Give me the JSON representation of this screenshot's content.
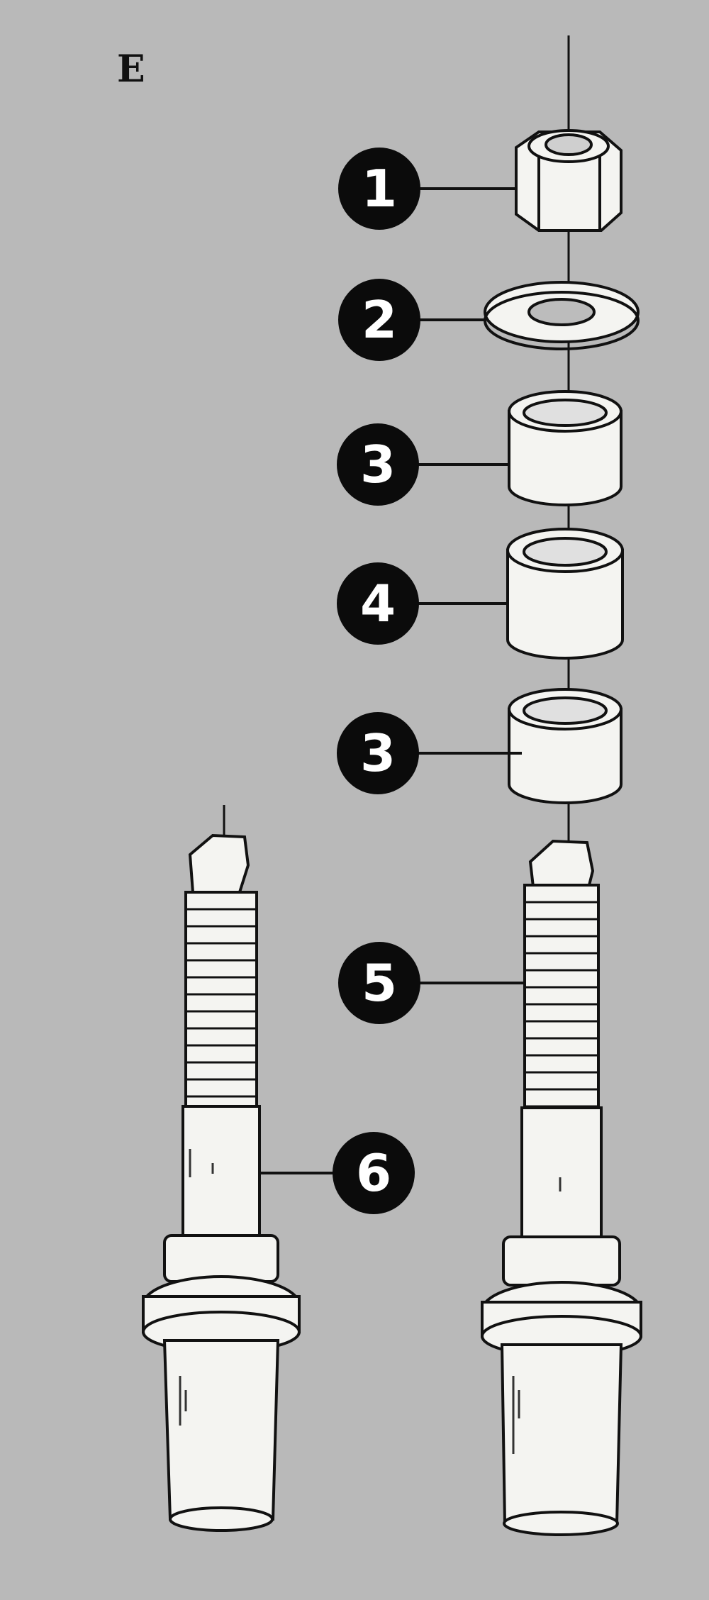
{
  "figure": {
    "letter": "E",
    "callouts": [
      {
        "id": "c1",
        "number": "1",
        "part": "nut"
      },
      {
        "id": "c2",
        "number": "2",
        "part": "washer"
      },
      {
        "id": "c3a",
        "number": "3",
        "part": "bushing"
      },
      {
        "id": "c4",
        "number": "4",
        "part": "spacer"
      },
      {
        "id": "c3b",
        "number": "3",
        "part": "bushing"
      },
      {
        "id": "c5",
        "number": "5",
        "part": "threaded-stud"
      },
      {
        "id": "c6",
        "number": "6",
        "part": "sleeve"
      }
    ]
  },
  "colors": {
    "background": "#b9b9b9",
    "part_fill": "#f4f4f1",
    "ink": "#111111",
    "callout_fill": "#0b0b0b",
    "callout_text": "#ffffff"
  }
}
